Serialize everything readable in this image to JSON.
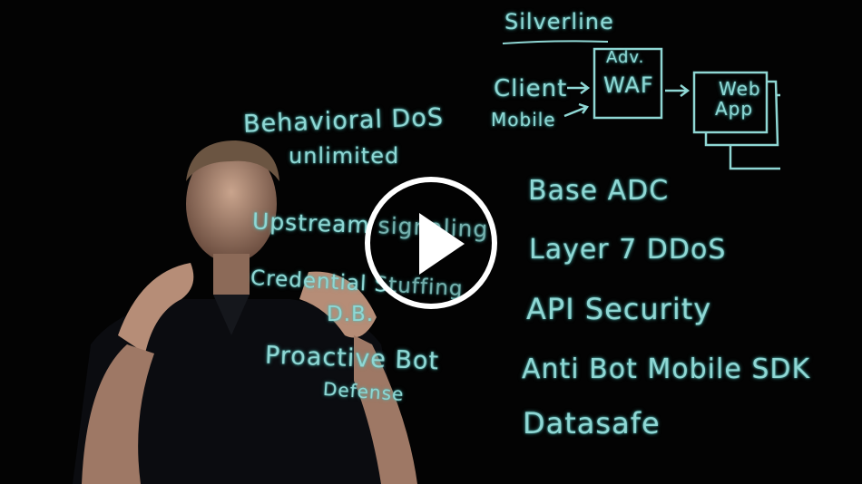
{
  "video": {
    "play_button_icon": "play-icon",
    "background_color": "#030303",
    "ink_color": "#8fd7d4"
  },
  "board": {
    "title": "Silverline",
    "flow": {
      "client": "Client",
      "mobile": "Mobile",
      "waf_top": "Adv.",
      "waf_bottom": "WAF",
      "webapp_top": "Web",
      "webapp_bottom": "App"
    },
    "left_items": {
      "behavioral_line1": "Behavioral DoS",
      "behavioral_line2": "unlimited",
      "upstream": "Upstream signaling",
      "credential_line1": "Credential Stuffing",
      "credential_line2": "D.B.",
      "proactive_line1": "Proactive Bot",
      "proactive_line2": "Defense"
    },
    "right_items": [
      "Base ADC",
      "Layer 7 DDoS",
      "API Security",
      "Anti Bot Mobile SDK",
      "Datasafe"
    ]
  }
}
